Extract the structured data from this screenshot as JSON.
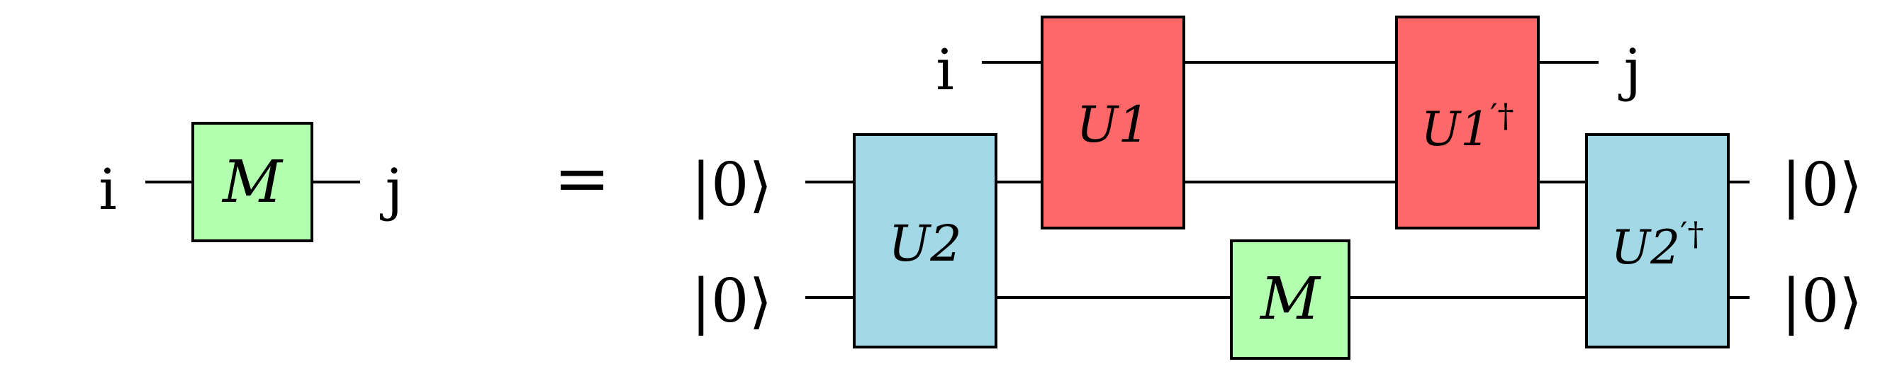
{
  "colors": {
    "gate_m": "#b2ffb0",
    "gate_u1": "#ff6868",
    "gate_u2": "#a3d8e6",
    "wire": "#000000"
  },
  "lhs": {
    "input_label": "i",
    "gate_label": "M",
    "output_label": "j"
  },
  "equals": "=",
  "rhs": {
    "top_input": "i",
    "top_output": "j",
    "ket_in_1": "|0⟩",
    "ket_in_2": "|0⟩",
    "ket_out_1": "|0⟩",
    "ket_out_2": "|0⟩",
    "gate_u2": "U2",
    "gate_u1": "U1",
    "gate_m": "M",
    "gate_u1_dagger_base": "U1",
    "gate_u1_dagger_sup": "′†",
    "gate_u2_dagger_base": "U2",
    "gate_u2_dagger_sup": "′†"
  }
}
